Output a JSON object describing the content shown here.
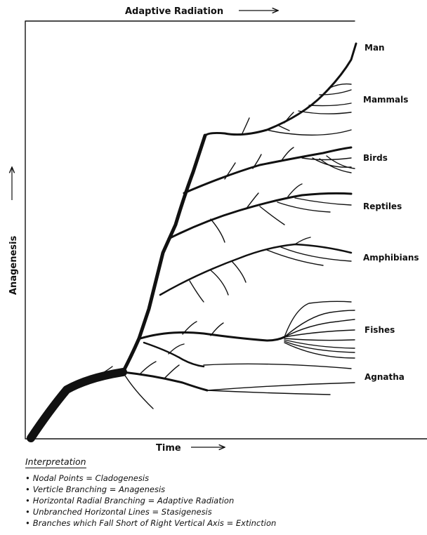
{
  "diagram": {
    "top_axis_label": "Adaptive Radiation",
    "left_axis_label": "Anagenesis",
    "bottom_axis_label": "Time",
    "groups": [
      "Man",
      "Mammals",
      "Birds",
      "Reptiles",
      "Amphibians",
      "Fishes",
      "Agnatha"
    ]
  },
  "legend": {
    "title": "Interpretation",
    "items": [
      "Nodal Points = Cladogenesis",
      "Verticle Branching = Anagenesis",
      "Horizontal Radial Branching = Adaptive Radiation",
      "Unbranched Horizontal Lines = Stasigenesis",
      "Branches which Fall Short of Right Vertical Axis = Extinction"
    ]
  }
}
